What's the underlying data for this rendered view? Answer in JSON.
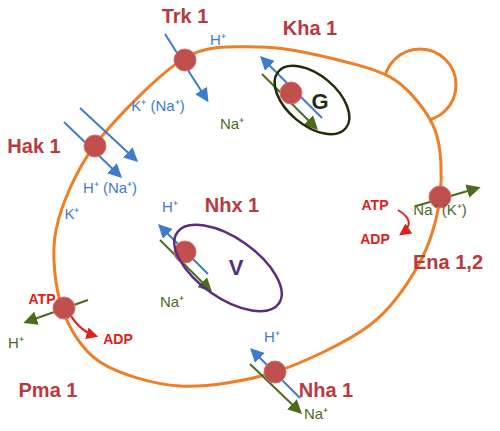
{
  "diagram": {
    "nodes": [
      {
        "text": [
          "G"
        ]
      },
      {
        "text": [
          "V"
        ]
      }
    ],
    "labels": [
      "Trk 1",
      "K⁺ (Na⁺)",
      "H⁺",
      "Kha 1",
      "Na⁺",
      "Hak 1",
      "H⁺ (Na⁺)",
      "K⁺",
      "H⁺",
      "Nhx 1",
      "Na⁺",
      "ATP",
      "ADP",
      "Na⁺ (K⁺)",
      "Ena 1,2",
      "ATP",
      "ADP",
      "H⁺",
      "Pma 1",
      "H⁺",
      "Nha 1",
      "Na⁺"
    ]
  }
}
